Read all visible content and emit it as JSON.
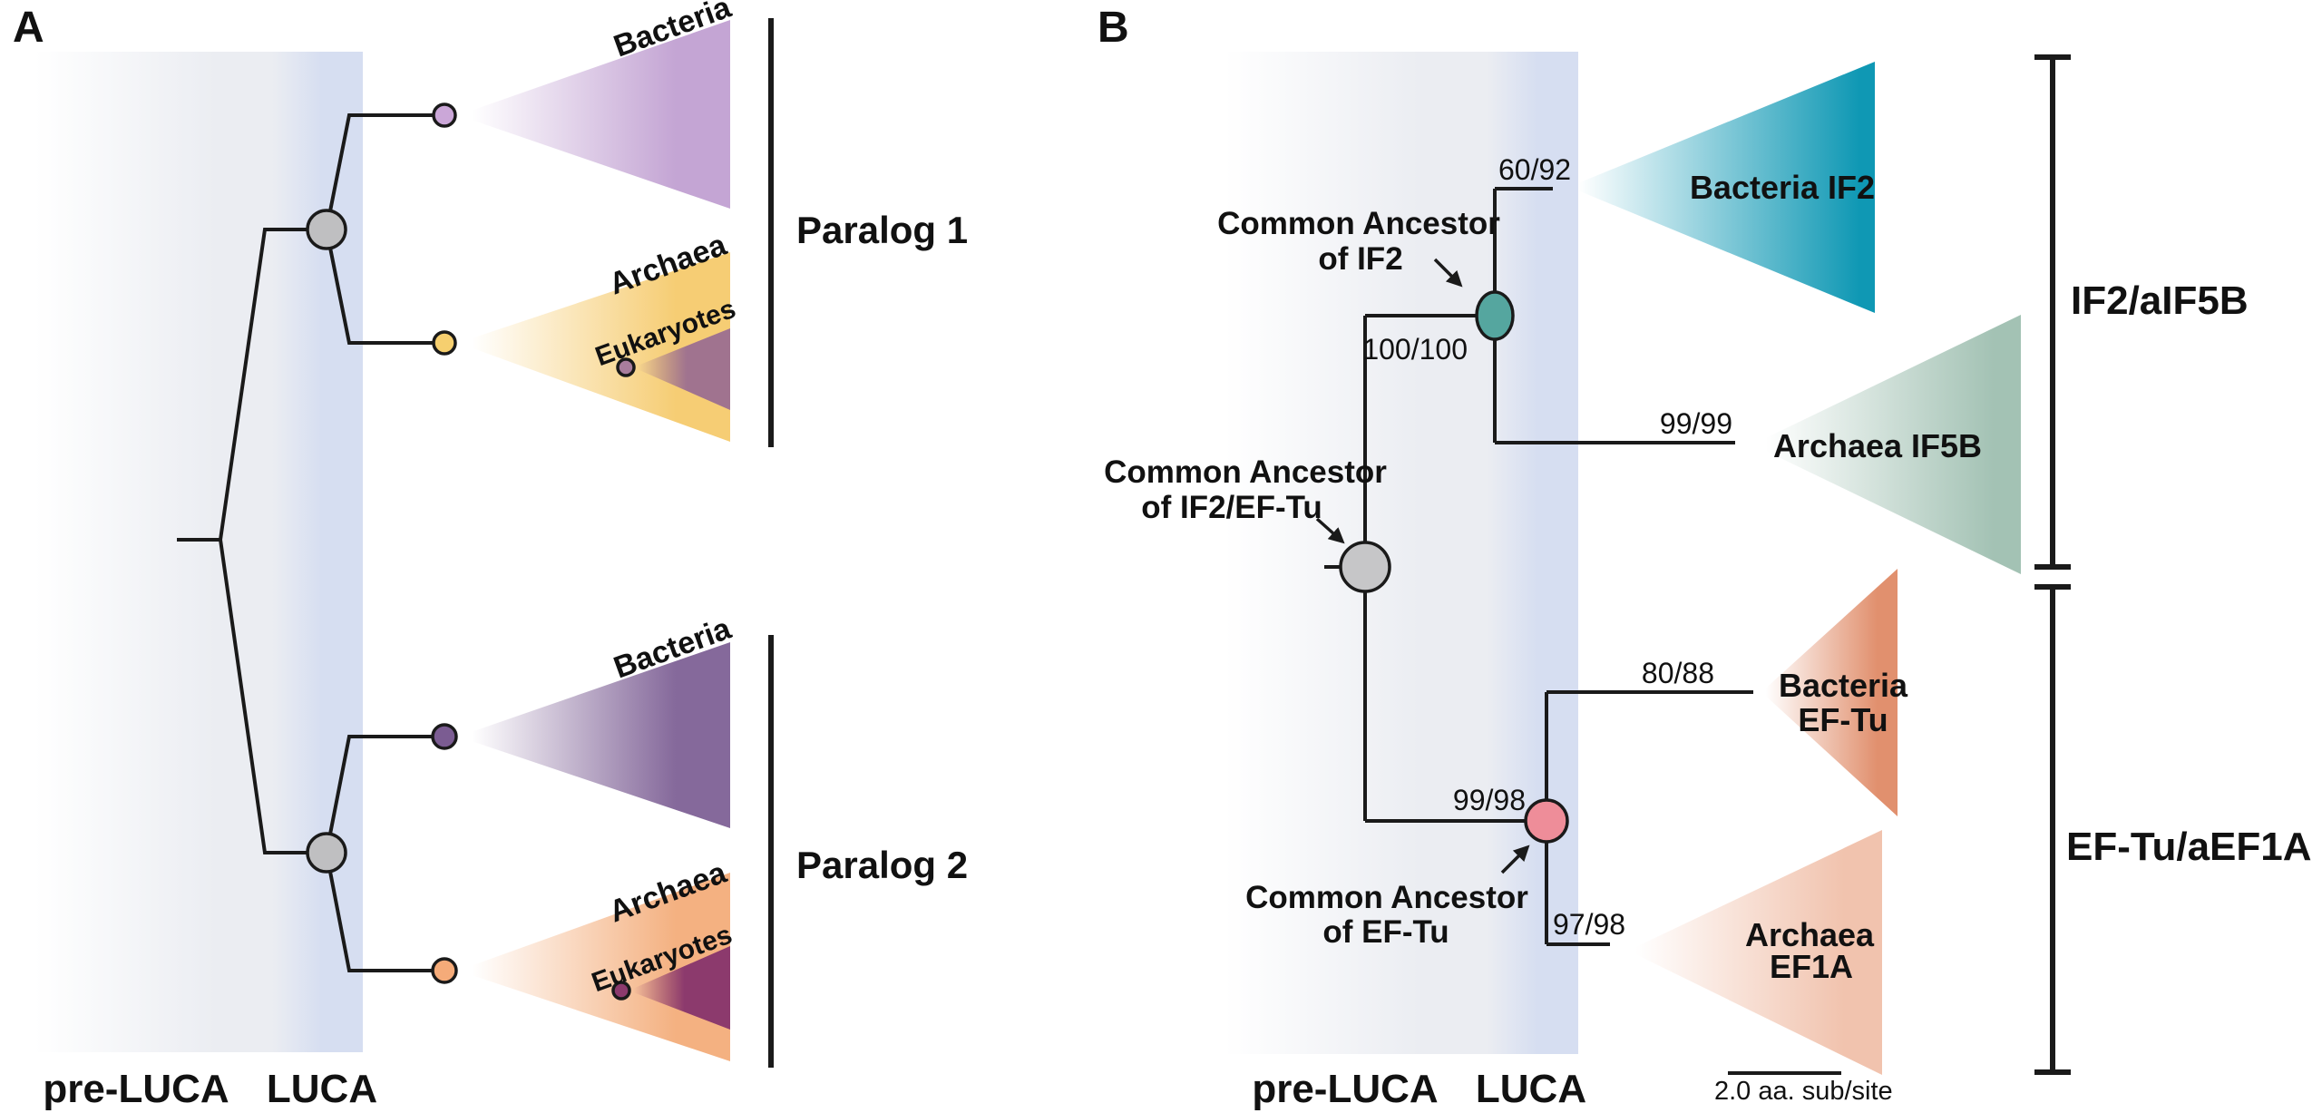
{
  "figure": {
    "panel_a": {
      "panel_label": "A",
      "paralog1": {
        "bracket_label": "Paralog 1",
        "bacteria_label": "Bacteria",
        "archaea_label": "Archaea",
        "eukaryotes_label": "Eukaryotes"
      },
      "paralog2": {
        "bracket_label": "Paralog 2",
        "bacteria_label": "Bacteria",
        "archaea_label": "Archaea",
        "eukaryotes_label": "Eukaryotes"
      },
      "x_axis": {
        "pre_luca": "pre-LUCA",
        "luca": "LUCA"
      }
    },
    "panel_b": {
      "panel_label": "B",
      "annotations": {
        "ca_if2_line1": "Common Ancestor",
        "ca_if2_line2": "of IF2",
        "ca_root_line1": "Common Ancestor",
        "ca_root_line2": "of IF2/EF-Tu",
        "ca_eftu_line1": "Common Ancestor",
        "ca_eftu_line2": "of EF-Tu"
      },
      "support_values": {
        "bacteria_if2": "60/92",
        "if2_node": "100/100",
        "archaea_if5b": "99/99",
        "bacteria_eftu": "80/88",
        "eftu_node": "99/98",
        "archaea_ef1a": "97/98"
      },
      "clade_labels": {
        "bacteria_if2": "Bacteria IF2",
        "archaea_if5b": "Archaea IF5B",
        "bacteria_eftu_line1": "Bacteria",
        "bacteria_eftu_line2": "EF-Tu",
        "archaea_ef1a_line1": "Archaea",
        "archaea_ef1a_line2": "EF1A"
      },
      "bracket_labels": {
        "if2": "IF2/aIF5B",
        "eftu": "EF-Tu/aEF1A"
      },
      "scale_bar_label": "2.0 aa. sub/site",
      "x_axis": {
        "pre_luca": "pre-LUCA",
        "luca": "LUCA"
      }
    }
  },
  "colors": {
    "line": "#1a1a1a",
    "band_mid": "#ebedf2",
    "band_luca": "#d6def1",
    "ancestral_node": "#bfbfc1",
    "a1_bacteria": "#c4a5d4",
    "a1_bacteria_node": "#cba7d8",
    "a1_archaea": "#f6cd74",
    "a1_archaea_node": "#f6cf6f",
    "a1_eukaryotes": "#a0738f",
    "a1_eukaryotes_node": "#a87d9c",
    "a2_bacteria": "#85699b",
    "a2_bacteria_node": "#7b5c92",
    "a2_archaea": "#f4b181",
    "a2_archaea_node": "#f5ab79",
    "a2_eukaryotes": "#8c3a6d",
    "a2_eukaryotes_node": "#8c3a6d",
    "b_root_node": "#c6c6c8",
    "b_if2_node": "#55a69f",
    "b_bacteria_if2": "#0f98b4",
    "b_archaea_if5b": "#a3c2b4",
    "b_eftu_node": "#ee8d99",
    "b_bacteria_eftu": "#e1906e",
    "b_archaea_ef1a": "#f1c3ae"
  }
}
